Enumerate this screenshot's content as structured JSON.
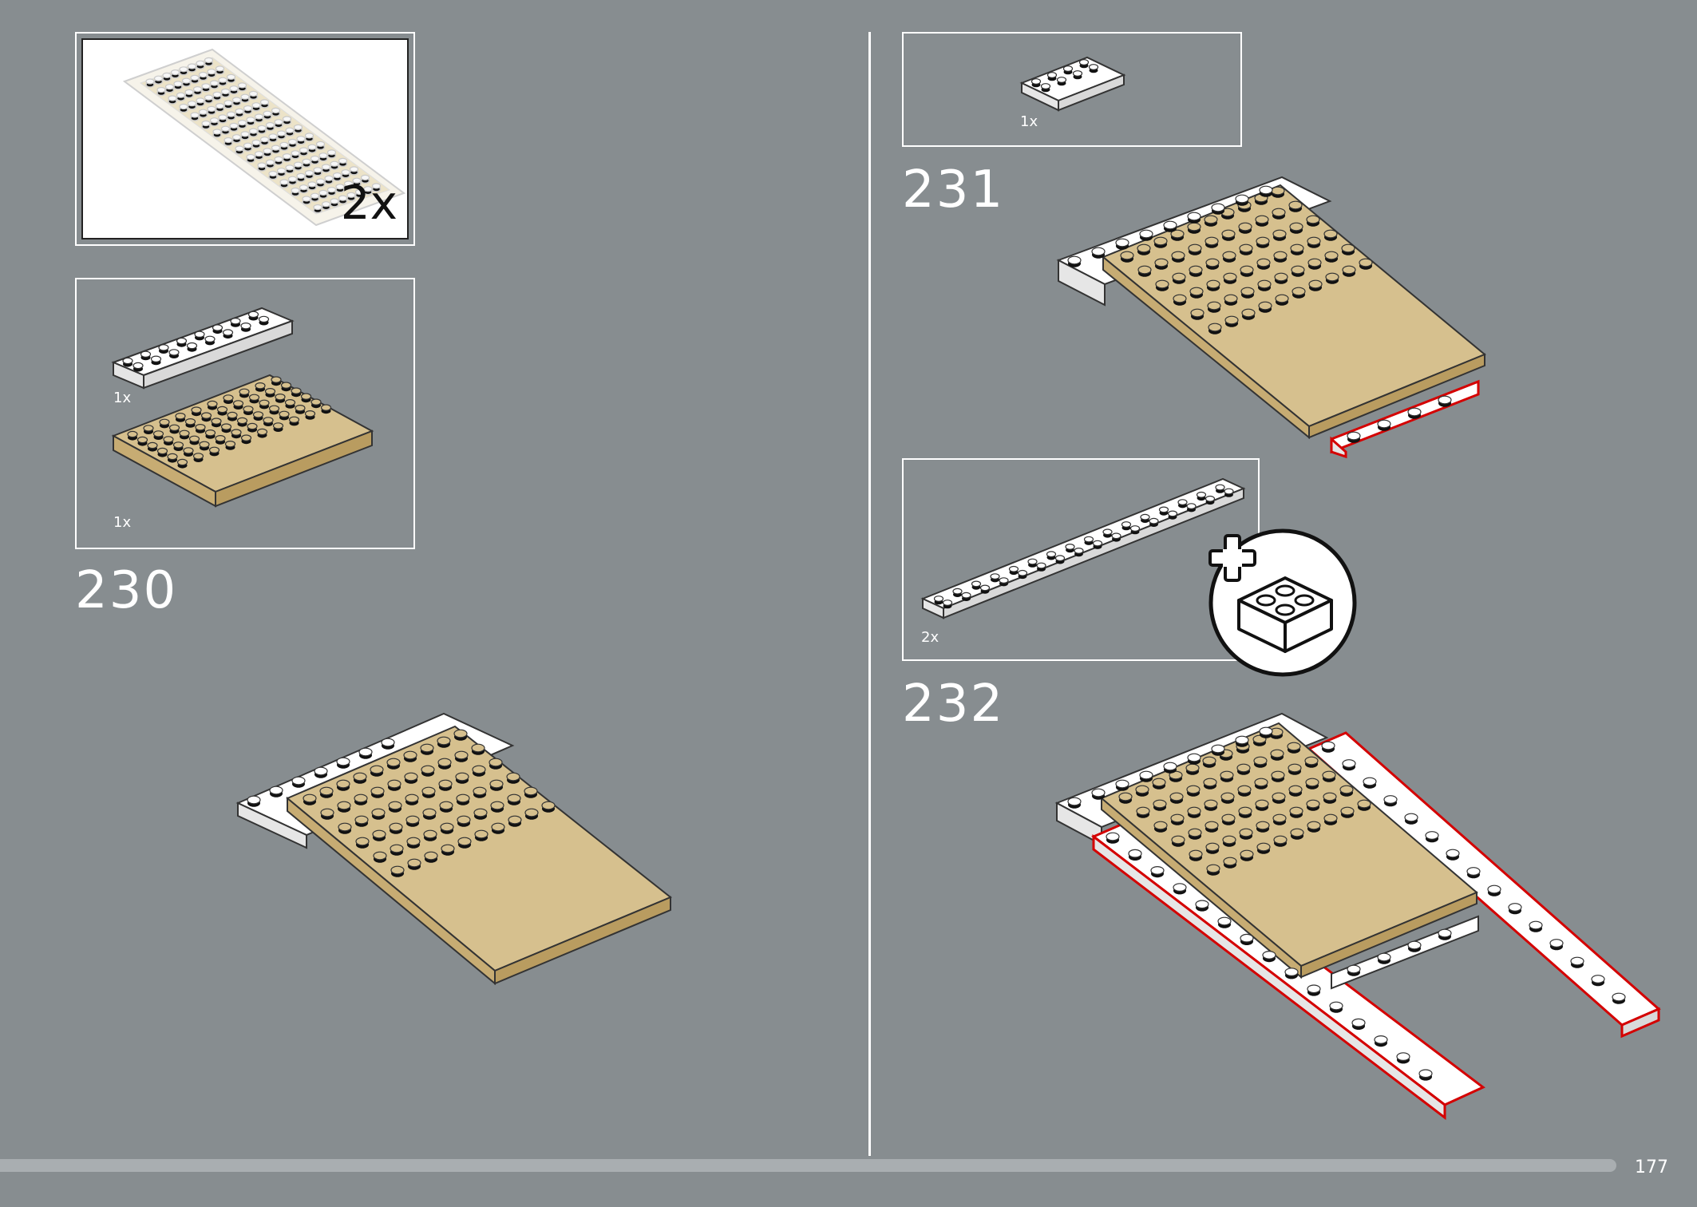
{
  "page": {
    "number": "177"
  },
  "colors": {
    "background": "#878d90",
    "tan": "#d6c08e",
    "white_brick": "#ffffff",
    "highlight": "#d40000",
    "progress": "#a9aeb1"
  },
  "left_page": {
    "inventory_box": {
      "quantity": "2x"
    },
    "step_230": {
      "number": "230",
      "parts": [
        {
          "name": "white 2x8 plate",
          "quantity": "1x"
        },
        {
          "name": "tan 6x10 plate",
          "quantity": "1x"
        }
      ]
    }
  },
  "right_page": {
    "step_231": {
      "number": "231",
      "parts": [
        {
          "name": "white 2x4 plate",
          "quantity": "1x"
        }
      ]
    },
    "step_232": {
      "number": "232",
      "parts": [
        {
          "name": "white 2x16 plate",
          "quantity": "2x"
        }
      ],
      "icon": "add-brick-icon"
    }
  }
}
